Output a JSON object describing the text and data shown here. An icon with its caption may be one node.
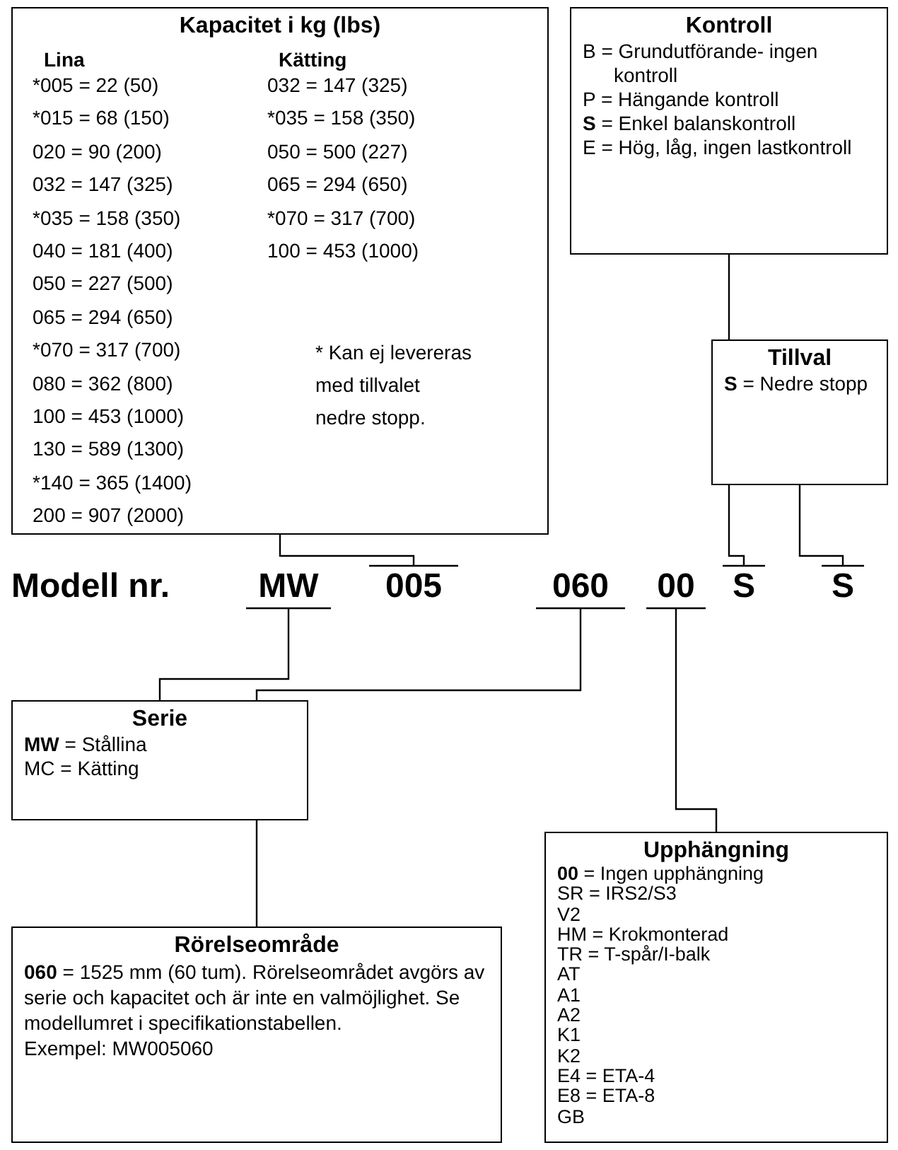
{
  "diagram": {
    "nodes": [
      {
        "text": [
          "Kapacitet i kg (lbs)",
          "Lina",
          "Kätting",
          "*005 = 22 (50)",
          "*015 = 68 (150)",
          "020 = 90 (200)",
          "032 = 147 (325)",
          "*035 = 158 (350)",
          "040 = 181 (400)",
          "050 = 227 (500)",
          "065 = 294 (650)",
          "*070 = 317 (700)",
          "080 = 362 (800)",
          "100 = 453 (1000)",
          "130 = 589 (1300)",
          "*140 = 365 (1400)",
          "200 = 907 (2000)",
          "032 = 147 (325)",
          "*035 = 158 (350)",
          "050 = 500 (227)",
          "065 = 294 (650)",
          "*070 = 317 (700)",
          "100 = 453 (1000)",
          "* Kan ej levereras med tillvalet nedre stopp."
        ]
      },
      {
        "text": [
          "Kontroll",
          "B = Grundutförande- ingen kontroll",
          "P = Hängande kontroll",
          "**S** = Enkel balanskontroll",
          "E = Hög, låg, ingen lastkontroll"
        ]
      },
      {
        "text": [
          "Tillval",
          "**S** = Nedre stopp"
        ]
      },
      {
        "text": [
          "MW"
        ]
      },
      {
        "text": [
          "005"
        ]
      },
      {
        "text": [
          "060"
        ]
      },
      {
        "text": [
          "00"
        ]
      },
      {
        "text": [
          "S"
        ]
      },
      {
        "text": [
          "S"
        ]
      },
      {
        "text": [
          "Serie",
          "**MW** = Stållina",
          "MC = Kätting"
        ]
      },
      {
        "text": [
          "Upphängning",
          "**00** = Ingen upphängning",
          "SR = IRS2/S3",
          "V2",
          "HM = Krokmonterad",
          "TR = T-spår/I-balk",
          "AT",
          "A1",
          "A2",
          "K1",
          "K2",
          "E4 = ETA-4",
          "E8 = ETA-8",
          "GB"
        ]
      },
      {
        "text": [
          "Rörelseområde",
          "**060** = 1525 mm (60 tum). Rörelseområdet avgörs av serie och kapacitet och är inte en valmöjlighet. Se modellumret i specifikationstabellen.",
          "Exempel: MW005060"
        ]
      }
    ],
    "edges": [
      {
        "from": 0,
        "to": 4,
        "arrow": "none"
      },
      {
        "from": 1,
        "to": 7,
        "arrow": "none"
      },
      {
        "from": 2,
        "to": 8,
        "arrow": "none"
      },
      {
        "from": 9,
        "to": 3,
        "arrow": "none"
      },
      {
        "from": 11,
        "to": 5,
        "arrow": "none"
      },
      {
        "from": 10,
        "to": 6,
        "arrow": "none"
      }
    ],
    "labels": [
      "Modell nr."
    ]
  }
}
